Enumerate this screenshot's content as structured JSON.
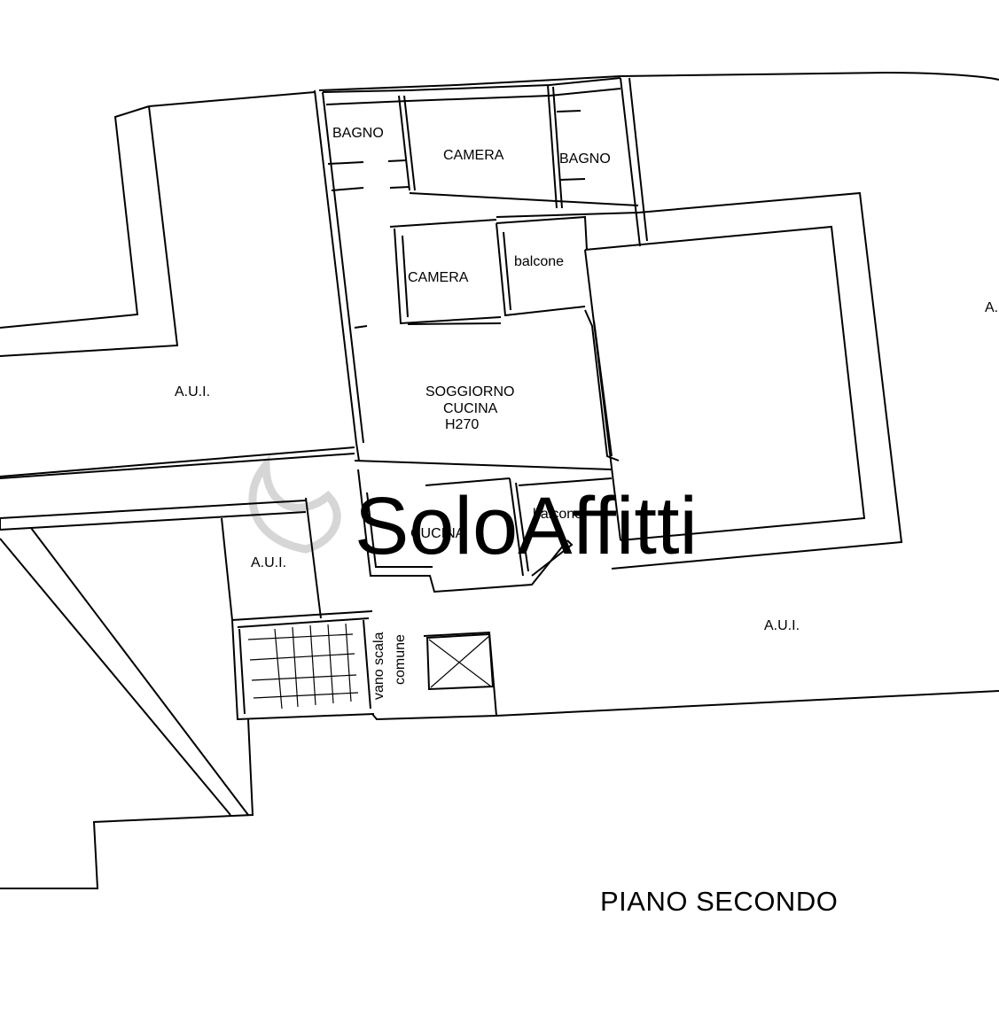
{
  "plan_title": "PIANO SECONDO",
  "watermark": "SoloAffitti",
  "rooms": {
    "bagno_1": "BAGNO",
    "camera_1": "CAMERA",
    "bagno_2": "BAGNO",
    "camera_2": "CAMERA",
    "balcone_1": "balcone",
    "soggiorno_line1": "SOGGIORNO",
    "soggiorno_line2": "CUCINA",
    "soggiorno_line3": "H270",
    "cucina": "CUCINA",
    "balcone_2": "balcone",
    "vano_scala_line1": "vano scala",
    "vano_scala_line2": "comune"
  },
  "neighbors": {
    "aui_left": "A.U.I.",
    "aui_middle": "A.U.I.",
    "aui_bottom_right": "A.U.I.",
    "aui_right_edge": "A."
  },
  "colors": {
    "lines": "#000000",
    "watermark": "#d0d0d0",
    "background": "#ffffff"
  }
}
